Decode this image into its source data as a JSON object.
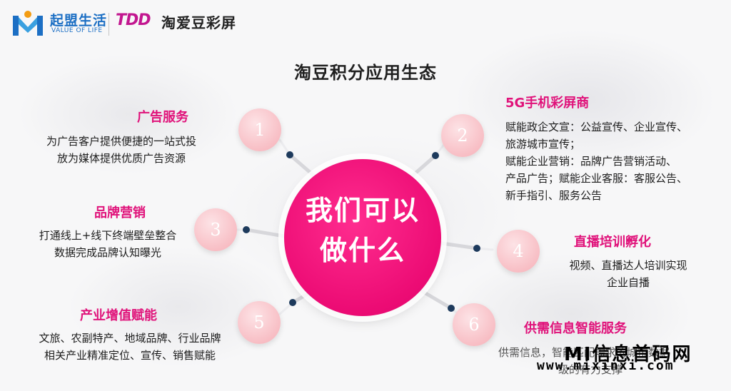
{
  "header": {
    "logo_cn": "起盟生活",
    "logo_en": "VALUE OF LIFE",
    "brand_mark": "TDD",
    "brand_name": "淘爱豆彩屏"
  },
  "title": "淘豆积分应用生态",
  "center": {
    "line1": "我们可以",
    "line2": "做什么"
  },
  "sections": [
    {
      "num": "1",
      "title": "广告服务",
      "lines": [
        "为广告客户提供便捷的一站式投",
        "放为媒体提供优质广告资源"
      ]
    },
    {
      "num": "2",
      "title": "5G手机彩屏商",
      "lines": [
        "赋能政企文宣：公益宣传、企业宣传、",
        "旅游城市宣传；",
        "赋能企业营销：品牌广告营销活动、",
        "产品广告；赋能企业客服：客服公告、",
        "新手指引、服务公告"
      ]
    },
    {
      "num": "3",
      "title": "品牌营销",
      "lines": [
        "打通线上+线下终端壁垒整合",
        "数据完成品牌认知曝光"
      ]
    },
    {
      "num": "4",
      "title": "直播培训孵化",
      "lines": [
        "视频、直播达人培训实现",
        "企业自播"
      ]
    },
    {
      "num": "5",
      "title": "产业增值赋能",
      "lines": [
        "文旅、农副特产、地域品牌、行业品牌",
        "相关产业精准定位、宣传、销售赋能"
      ]
    },
    {
      "num": "6",
      "title": "供需信息智能服务",
      "lines": [
        "供需信息，智能匹配需求的城市数据",
        "级的有力支撑"
      ]
    }
  ],
  "watermark": {
    "name": "MI信息首码网",
    "url": "www.mixinxi.com"
  },
  "colors": {
    "accent": "#e0127a",
    "center": "#ec0b74",
    "logo": "#1c6fc4",
    "brand": "#c2168f"
  }
}
